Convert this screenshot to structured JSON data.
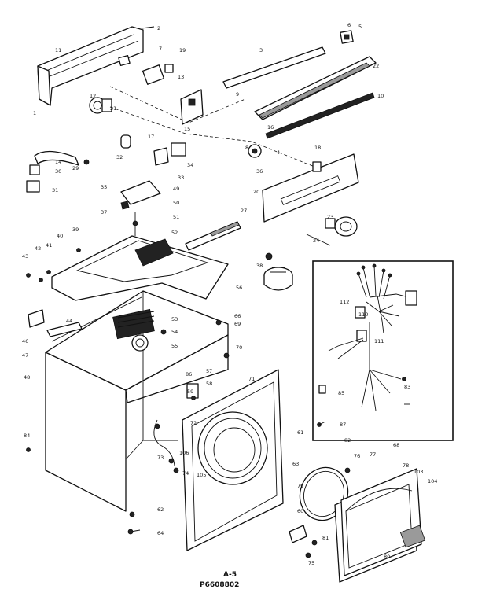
{
  "callouts": [
    {
      "id": "l-1",
      "text": "1"
    },
    {
      "id": "l-2",
      "text": "2"
    },
    {
      "id": "l-3",
      "text": "3"
    },
    {
      "id": "l-4",
      "text": "4"
    },
    {
      "id": "l-5",
      "text": "5"
    },
    {
      "id": "l-6",
      "text": "6"
    },
    {
      "id": "l-7",
      "text": "7"
    },
    {
      "id": "l-8",
      "text": "8"
    },
    {
      "id": "l-9",
      "text": "9"
    },
    {
      "id": "l-10",
      "text": "10"
    },
    {
      "id": "l-11",
      "text": "11"
    },
    {
      "id": "l-12",
      "text": "12"
    },
    {
      "id": "l-13",
      "text": "13"
    },
    {
      "id": "l-14",
      "text": "14"
    },
    {
      "id": "l-15",
      "text": "15"
    },
    {
      "id": "l-16",
      "text": "16"
    },
    {
      "id": "l-17",
      "text": "17"
    },
    {
      "id": "l-18",
      "text": "18"
    },
    {
      "id": "l-19",
      "text": "19"
    },
    {
      "id": "l-20",
      "text": "20"
    },
    {
      "id": "l-21",
      "text": "21"
    },
    {
      "id": "l-22",
      "text": "22"
    },
    {
      "id": "l-23",
      "text": "23"
    },
    {
      "id": "l-24",
      "text": "24"
    },
    {
      "id": "l-27",
      "text": "27"
    },
    {
      "id": "l-29",
      "text": "29"
    },
    {
      "id": "l-30",
      "text": "30"
    },
    {
      "id": "l-31",
      "text": "31"
    },
    {
      "id": "l-32",
      "text": "32"
    },
    {
      "id": "l-33",
      "text": "33"
    },
    {
      "id": "l-34",
      "text": "34"
    },
    {
      "id": "l-35",
      "text": "35"
    },
    {
      "id": "l-36",
      "text": "36"
    },
    {
      "id": "l-37",
      "text": "37"
    },
    {
      "id": "l-38",
      "text": "38"
    },
    {
      "id": "l-39",
      "text": "39"
    },
    {
      "id": "l-40",
      "text": "40"
    },
    {
      "id": "l-41",
      "text": "41"
    },
    {
      "id": "l-42",
      "text": "42"
    },
    {
      "id": "l-43",
      "text": "43"
    },
    {
      "id": "l-44",
      "text": "44"
    },
    {
      "id": "l-46",
      "text": "46"
    },
    {
      "id": "l-47",
      "text": "47"
    },
    {
      "id": "l-48",
      "text": "48"
    },
    {
      "id": "l-49",
      "text": "49"
    },
    {
      "id": "l-50",
      "text": "50"
    },
    {
      "id": "l-51",
      "text": "51"
    },
    {
      "id": "l-52",
      "text": "52"
    },
    {
      "id": "l-53",
      "text": "53"
    },
    {
      "id": "l-54",
      "text": "54"
    },
    {
      "id": "l-55",
      "text": "55"
    },
    {
      "id": "l-56",
      "text": "56"
    },
    {
      "id": "l-57",
      "text": "57"
    },
    {
      "id": "l-58",
      "text": "58"
    },
    {
      "id": "l-59",
      "text": "59"
    },
    {
      "id": "l-60",
      "text": "60"
    },
    {
      "id": "l-61",
      "text": "61"
    },
    {
      "id": "l-62",
      "text": "62"
    },
    {
      "id": "l-63",
      "text": "63"
    },
    {
      "id": "l-64",
      "text": "64"
    },
    {
      "id": "l-66",
      "text": "66"
    },
    {
      "id": "l-68",
      "text": "68"
    },
    {
      "id": "l-69",
      "text": "69"
    },
    {
      "id": "l-70",
      "text": "70"
    },
    {
      "id": "l-71",
      "text": "71"
    },
    {
      "id": "l-72",
      "text": "72"
    },
    {
      "id": "l-73",
      "text": "73"
    },
    {
      "id": "l-74",
      "text": "74"
    },
    {
      "id": "l-75",
      "text": "75"
    },
    {
      "id": "l-76",
      "text": "76"
    },
    {
      "id": "l-77",
      "text": "77"
    },
    {
      "id": "l-78",
      "text": "78"
    },
    {
      "id": "l-79",
      "text": "79"
    },
    {
      "id": "l-80",
      "text": "80"
    },
    {
      "id": "l-81",
      "text": "81"
    },
    {
      "id": "l-82",
      "text": "82"
    },
    {
      "id": "l-83",
      "text": "83"
    },
    {
      "id": "l-84",
      "text": "84"
    },
    {
      "id": "l-85",
      "text": "85"
    },
    {
      "id": "l-86",
      "text": "86"
    },
    {
      "id": "l-87",
      "text": "87"
    },
    {
      "id": "l-103",
      "text": "103"
    },
    {
      "id": "l-104",
      "text": "104"
    },
    {
      "id": "l-105",
      "text": "105"
    },
    {
      "id": "l-106",
      "text": "106"
    },
    {
      "id": "l-110",
      "text": "110"
    },
    {
      "id": "l-111",
      "text": "111"
    },
    {
      "id": "l-112",
      "text": "112"
    }
  ],
  "caption": {
    "view": "A-5",
    "code": "P6608802"
  }
}
